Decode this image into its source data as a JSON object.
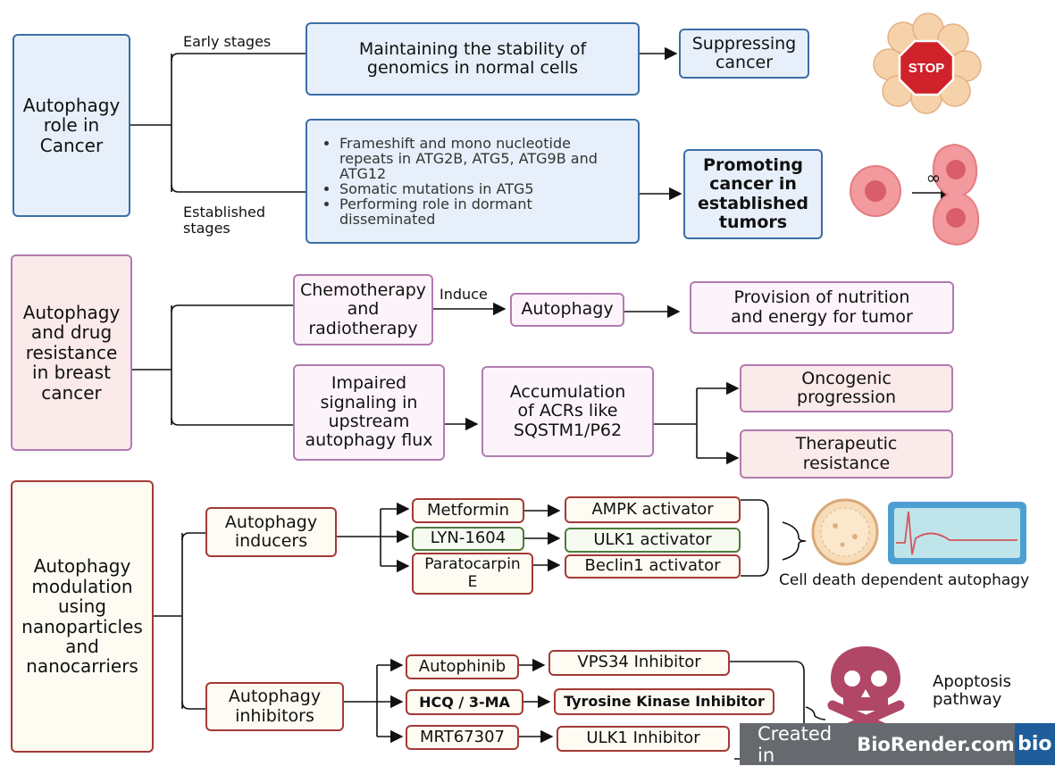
{
  "section1": {
    "title": "Autophagy\nrole in\nCancer",
    "early_label": "Early stages",
    "established_label": "Established\nstages",
    "maintain_box": "Maintaining the stability of\ngenomics in normal cells",
    "suppress_box": "Suppressing\ncancer",
    "stop_sign": "STOP",
    "bullets": [
      "Frameshift and mono nucleotide repeats in ATG2B, ATG5, ATG9B and ATG12",
      "Somatic mutations in ATG5",
      "Performing role in dormant disseminated"
    ],
    "promote_box": "Promoting\ncancer in\nestablished\ntumors",
    "infinity": "∞"
  },
  "section2": {
    "title": "Autophagy\nand drug\nresistance\nin breast\ncancer",
    "chemo_box": "Chemotherapy\nand\nradiotherapy",
    "induce_label": "Induce",
    "autophagy_box": "Autophagy",
    "provision_box": "Provision of nutrition\nand energy for tumor",
    "impaired_box": "Impaired\nsignaling in\nupstream\nautophagy flux",
    "accum_box": "Accumulation\nof ACRs like\nSQSTM1/P62",
    "oncogenic_box": "Oncogenic\nprogression",
    "therapeutic_box": "Therapeutic\nresistance"
  },
  "section3": {
    "title": "Autophagy\nmodulation\nusing\nnanoparticles\nand\nnanocarriers",
    "inducers_box": "Autophagy\ninducers",
    "metformin": "Metformin",
    "lyn": "LYN-1604",
    "paratocarpin": "Paratocarpin\nE",
    "ampk": "AMPK activator",
    "ulk1_act": "ULK1 activator",
    "beclin": "Beclin1 activator",
    "cell_death_label": "Cell death dependent autophagy",
    "inhibitors_box": "Autophagy\ninhibitors",
    "autophinib": "Autophinib",
    "hcq": "HCQ / 3-MA",
    "mrt": "MRT67307",
    "vps34": "VPS34 Inhibitor",
    "tyrosine": "Tyrosine Kinase Inhibitor",
    "ulk1_inh": "ULK1 Inhibitor",
    "apoptosis_label": "Apoptosis\npathway"
  },
  "watermark": {
    "created_in": "Created in",
    "brand": "BioRender.com",
    "logo": "bio"
  },
  "colors": {
    "blue_border": "#3c6ea6",
    "pink_border": "#b27bb0",
    "red_border": "#a33a36",
    "green_border": "#4b7b3b",
    "skull": "#b04766"
  }
}
